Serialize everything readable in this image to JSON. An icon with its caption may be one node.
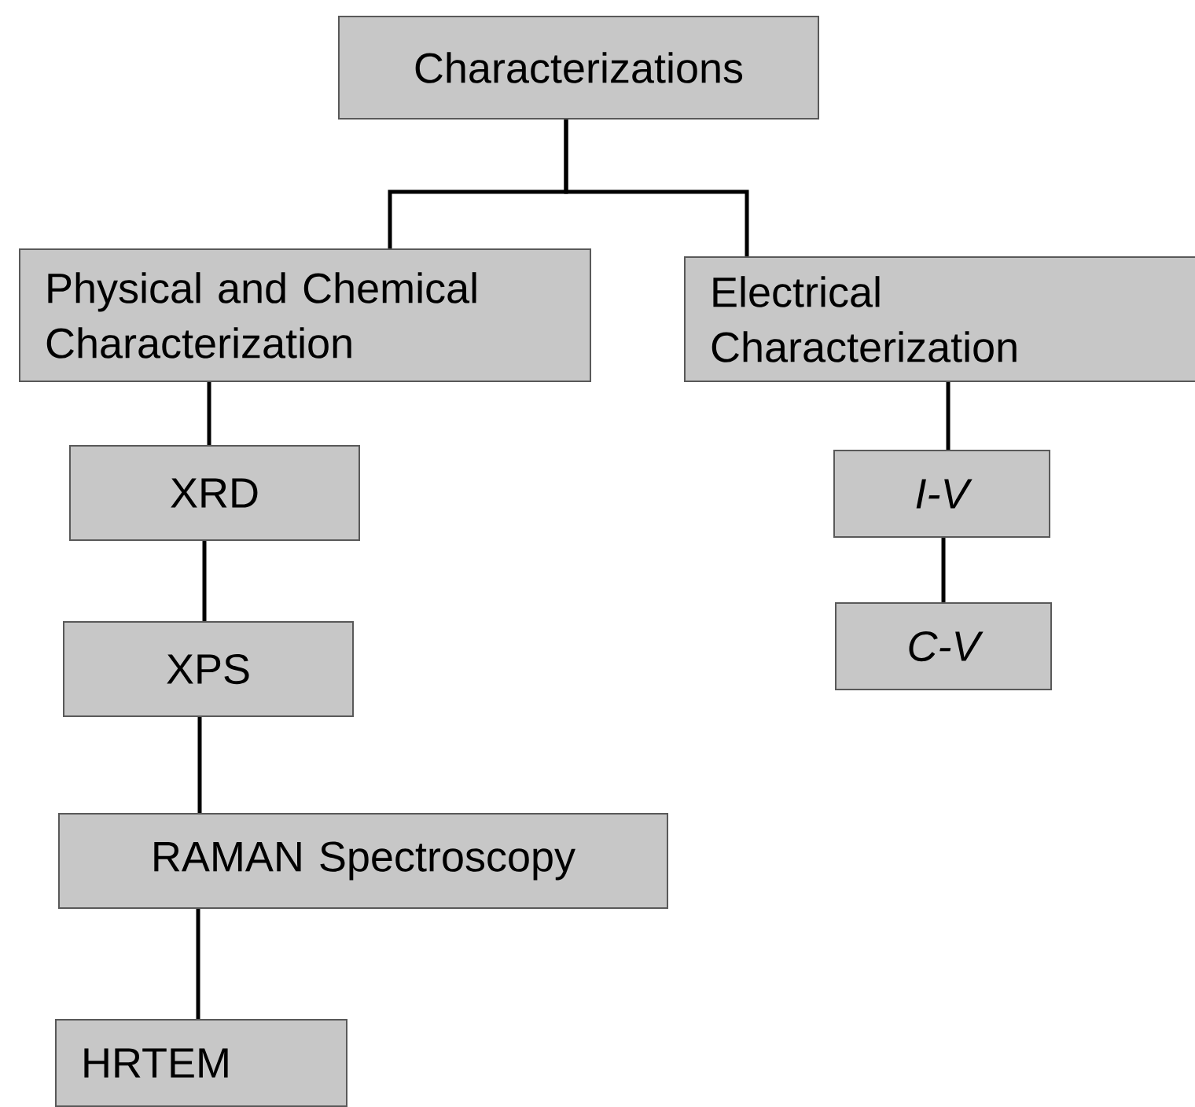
{
  "diagram": {
    "nodes": [
      {
        "text": [
          "Characterizations"
        ]
      },
      {
        "text": [
          "Physical and Chemical Characterization"
        ]
      },
      {
        "text": [
          "Electrical Characterization"
        ]
      },
      {
        "text": [
          "XRD"
        ]
      },
      {
        "text": [
          "I-V"
        ]
      },
      {
        "text": [
          "XPS"
        ]
      },
      {
        "text": [
          "C-V"
        ]
      },
      {
        "text": [
          "RAMAN Spectroscopy"
        ]
      },
      {
        "text": [
          "HRTEM"
        ]
      }
    ],
    "edges": [
      {
        "from": 0,
        "to": 1,
        "arrow": "none"
      },
      {
        "from": 0,
        "to": 2,
        "arrow": "none"
      },
      {
        "from": 1,
        "to": 3,
        "arrow": "none"
      },
      {
        "from": 3,
        "to": 5,
        "arrow": "none"
      },
      {
        "from": 5,
        "to": 7,
        "arrow": "none"
      },
      {
        "from": 7,
        "to": 8,
        "arrow": "none"
      },
      {
        "from": 2,
        "to": 4,
        "arrow": "none"
      },
      {
        "from": 4,
        "to": 6,
        "arrow": "none"
      }
    ]
  }
}
